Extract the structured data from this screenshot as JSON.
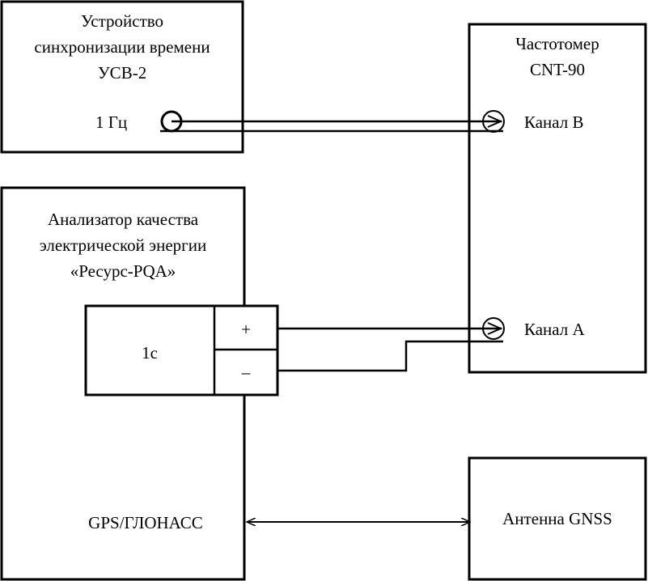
{
  "sync_device": {
    "lines": [
      "Устройство",
      "синхронизации времени",
      "УСВ-2"
    ],
    "port_label": "1 Гц"
  },
  "counter": {
    "lines": [
      "Частотомер",
      "CNT-90"
    ],
    "channel_b": "Канал B",
    "channel_a": "Канал A"
  },
  "analyzer": {
    "lines": [
      "Анализатор качества",
      "электрической энергии",
      "«Ресурс-PQA»"
    ],
    "output_label": "1с",
    "plus": "+",
    "minus": "–",
    "gnss_port": "GPS/ГЛОНАСС"
  },
  "antenna": {
    "label": "Антенна GNSS"
  }
}
